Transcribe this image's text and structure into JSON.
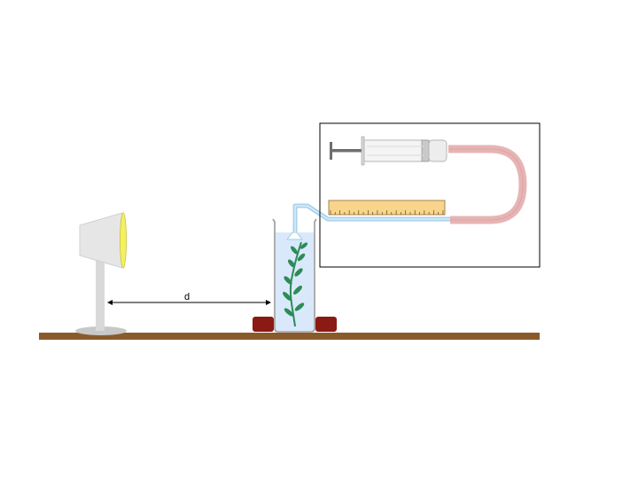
{
  "diagram": {
    "distance_label": "d",
    "components": [
      "lamp",
      "bench",
      "beaker",
      "pondweed",
      "funnel",
      "capillary-tube",
      "ruler",
      "syringe",
      "rubber-tubing",
      "inset-box",
      "blocks"
    ],
    "colors": {
      "bench": "#8B5A2B",
      "block": "#8B1A14",
      "water": "#D9E9FB",
      "plant": "#2E8B57",
      "ruler": "#F9D58B",
      "tube": "#A9D2EC",
      "rubber": "#E7B4B4",
      "lamp_light": "#F4F060",
      "lamp_body": "#E6E6E6"
    }
  }
}
